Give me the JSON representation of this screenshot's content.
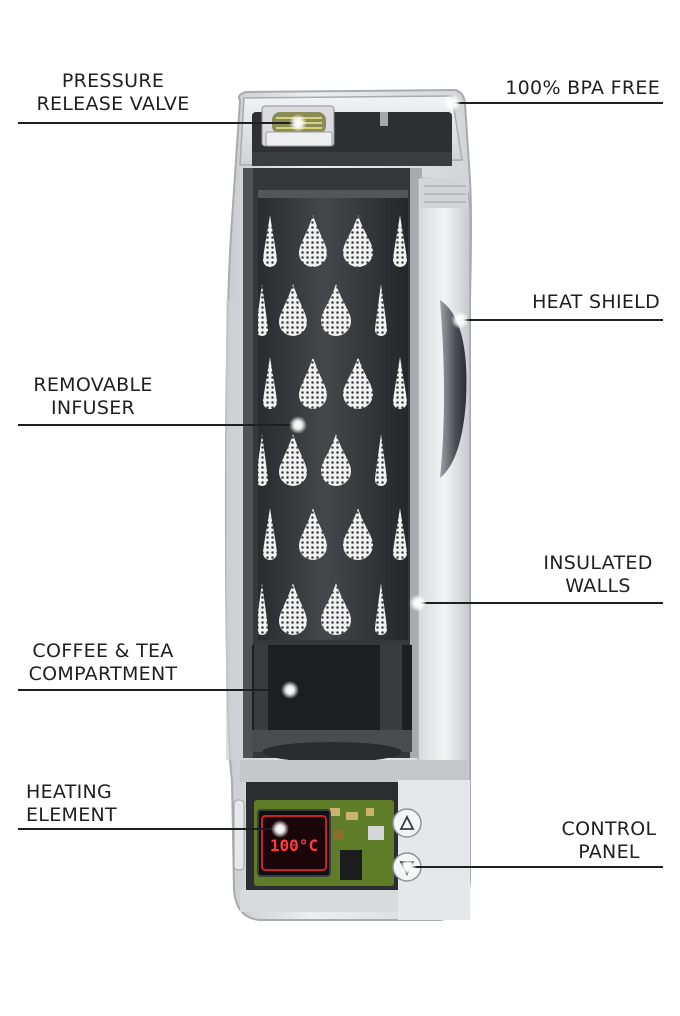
{
  "callouts": {
    "pressure_valve": [
      "PRESSURE",
      "RELEASE VALVE"
    ],
    "bpa_free": [
      "100% BPA FREE"
    ],
    "heat_shield": [
      "HEAT SHIELD"
    ],
    "infuser": [
      "REMOVABLE",
      "INFUSER"
    ],
    "insulated_walls": [
      "INSULATED",
      "WALLS"
    ],
    "compartment": [
      "COFFEE & TEA",
      "COMPARTMENT"
    ],
    "heating_element": [
      "HEATING",
      "ELEMENT"
    ],
    "control_panel": [
      "CONTROL",
      "PANEL"
    ]
  },
  "display": {
    "temperature": "100°C"
  },
  "colors": {
    "shell": "#e3e4e7",
    "shell_shadow": "#b9bbc0",
    "cavity": "#2b2c2f",
    "infuser": "#3a3b3e",
    "pcb": "#5f7d28",
    "led": "#ff2a2a",
    "line": "#1f1f1f"
  }
}
